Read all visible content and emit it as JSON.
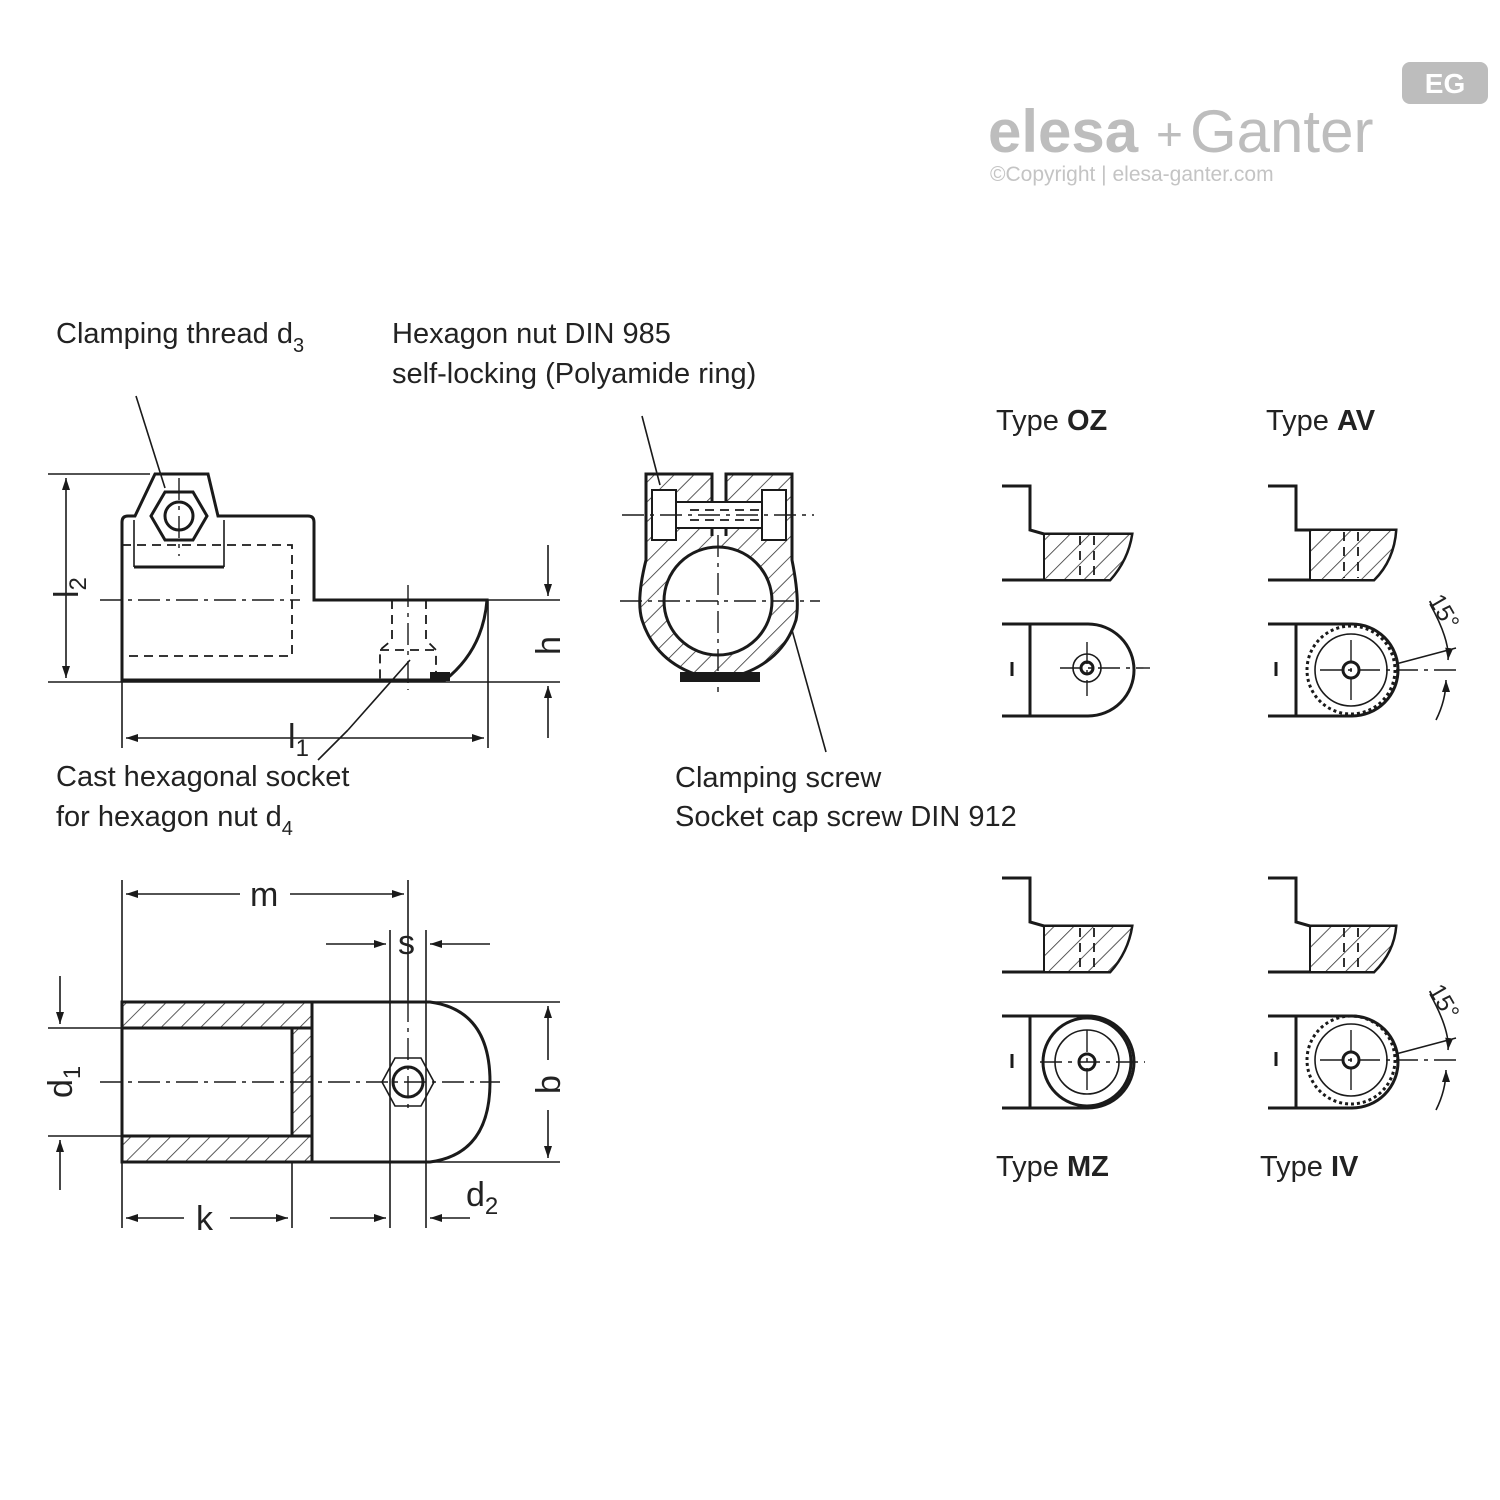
{
  "logo": {
    "badge": "EG",
    "brand_left": "elesa",
    "brand_plus": "+",
    "brand_right": "Ganter",
    "copyright": "©Copyright | elesa-ganter.com"
  },
  "callouts": {
    "clamping_thread": "Clamping thread d",
    "clamping_thread_sub": "3",
    "hex_nut_line1": "Hexagon nut  DIN 985",
    "hex_nut_line2": "self-locking (Polyamide ring)",
    "cast_socket_line1": "Cast hexagonal socket",
    "cast_socket_line2": "for hexagon nut d",
    "cast_socket_sub": "4",
    "clamping_screw_line1": "Clamping screw",
    "clamping_screw_line2": "Socket cap screw DIN 912"
  },
  "dimensions": {
    "l2": "l",
    "l2_sub": "2",
    "l1": "l",
    "l1_sub": "1",
    "h": "h",
    "m": "m",
    "s": "s",
    "d1": "d",
    "d1_sub": "1",
    "b": "b",
    "k": "k",
    "d2": "d",
    "d2_sub": "2"
  },
  "types": [
    {
      "prefix": "Type ",
      "code": "OZ"
    },
    {
      "prefix": "Type ",
      "code": "AV"
    },
    {
      "prefix": "Type ",
      "code": "MZ"
    },
    {
      "prefix": "Type ",
      "code": "IV"
    }
  ],
  "angle_labels": [
    "15°",
    "15°"
  ]
}
